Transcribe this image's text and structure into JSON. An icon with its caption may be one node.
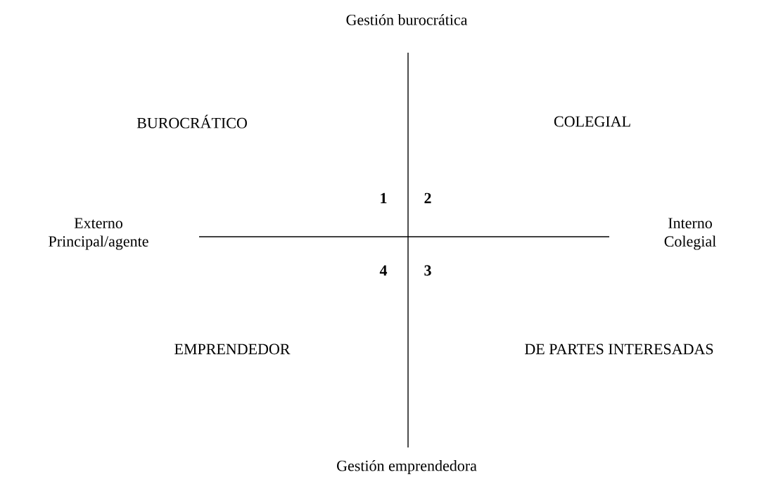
{
  "diagram": {
    "title": "Gestión burocrática",
    "labels": [
      "BUROCRÁTICO",
      "COLEGIAL",
      "1",
      "2",
      "Externo Principal/agente",
      "Interno Colegial",
      "4",
      "3",
      "EMPRENDEDOR",
      "DE PARTES INTERESADAS",
      "Gestión emprendedora"
    ]
  }
}
